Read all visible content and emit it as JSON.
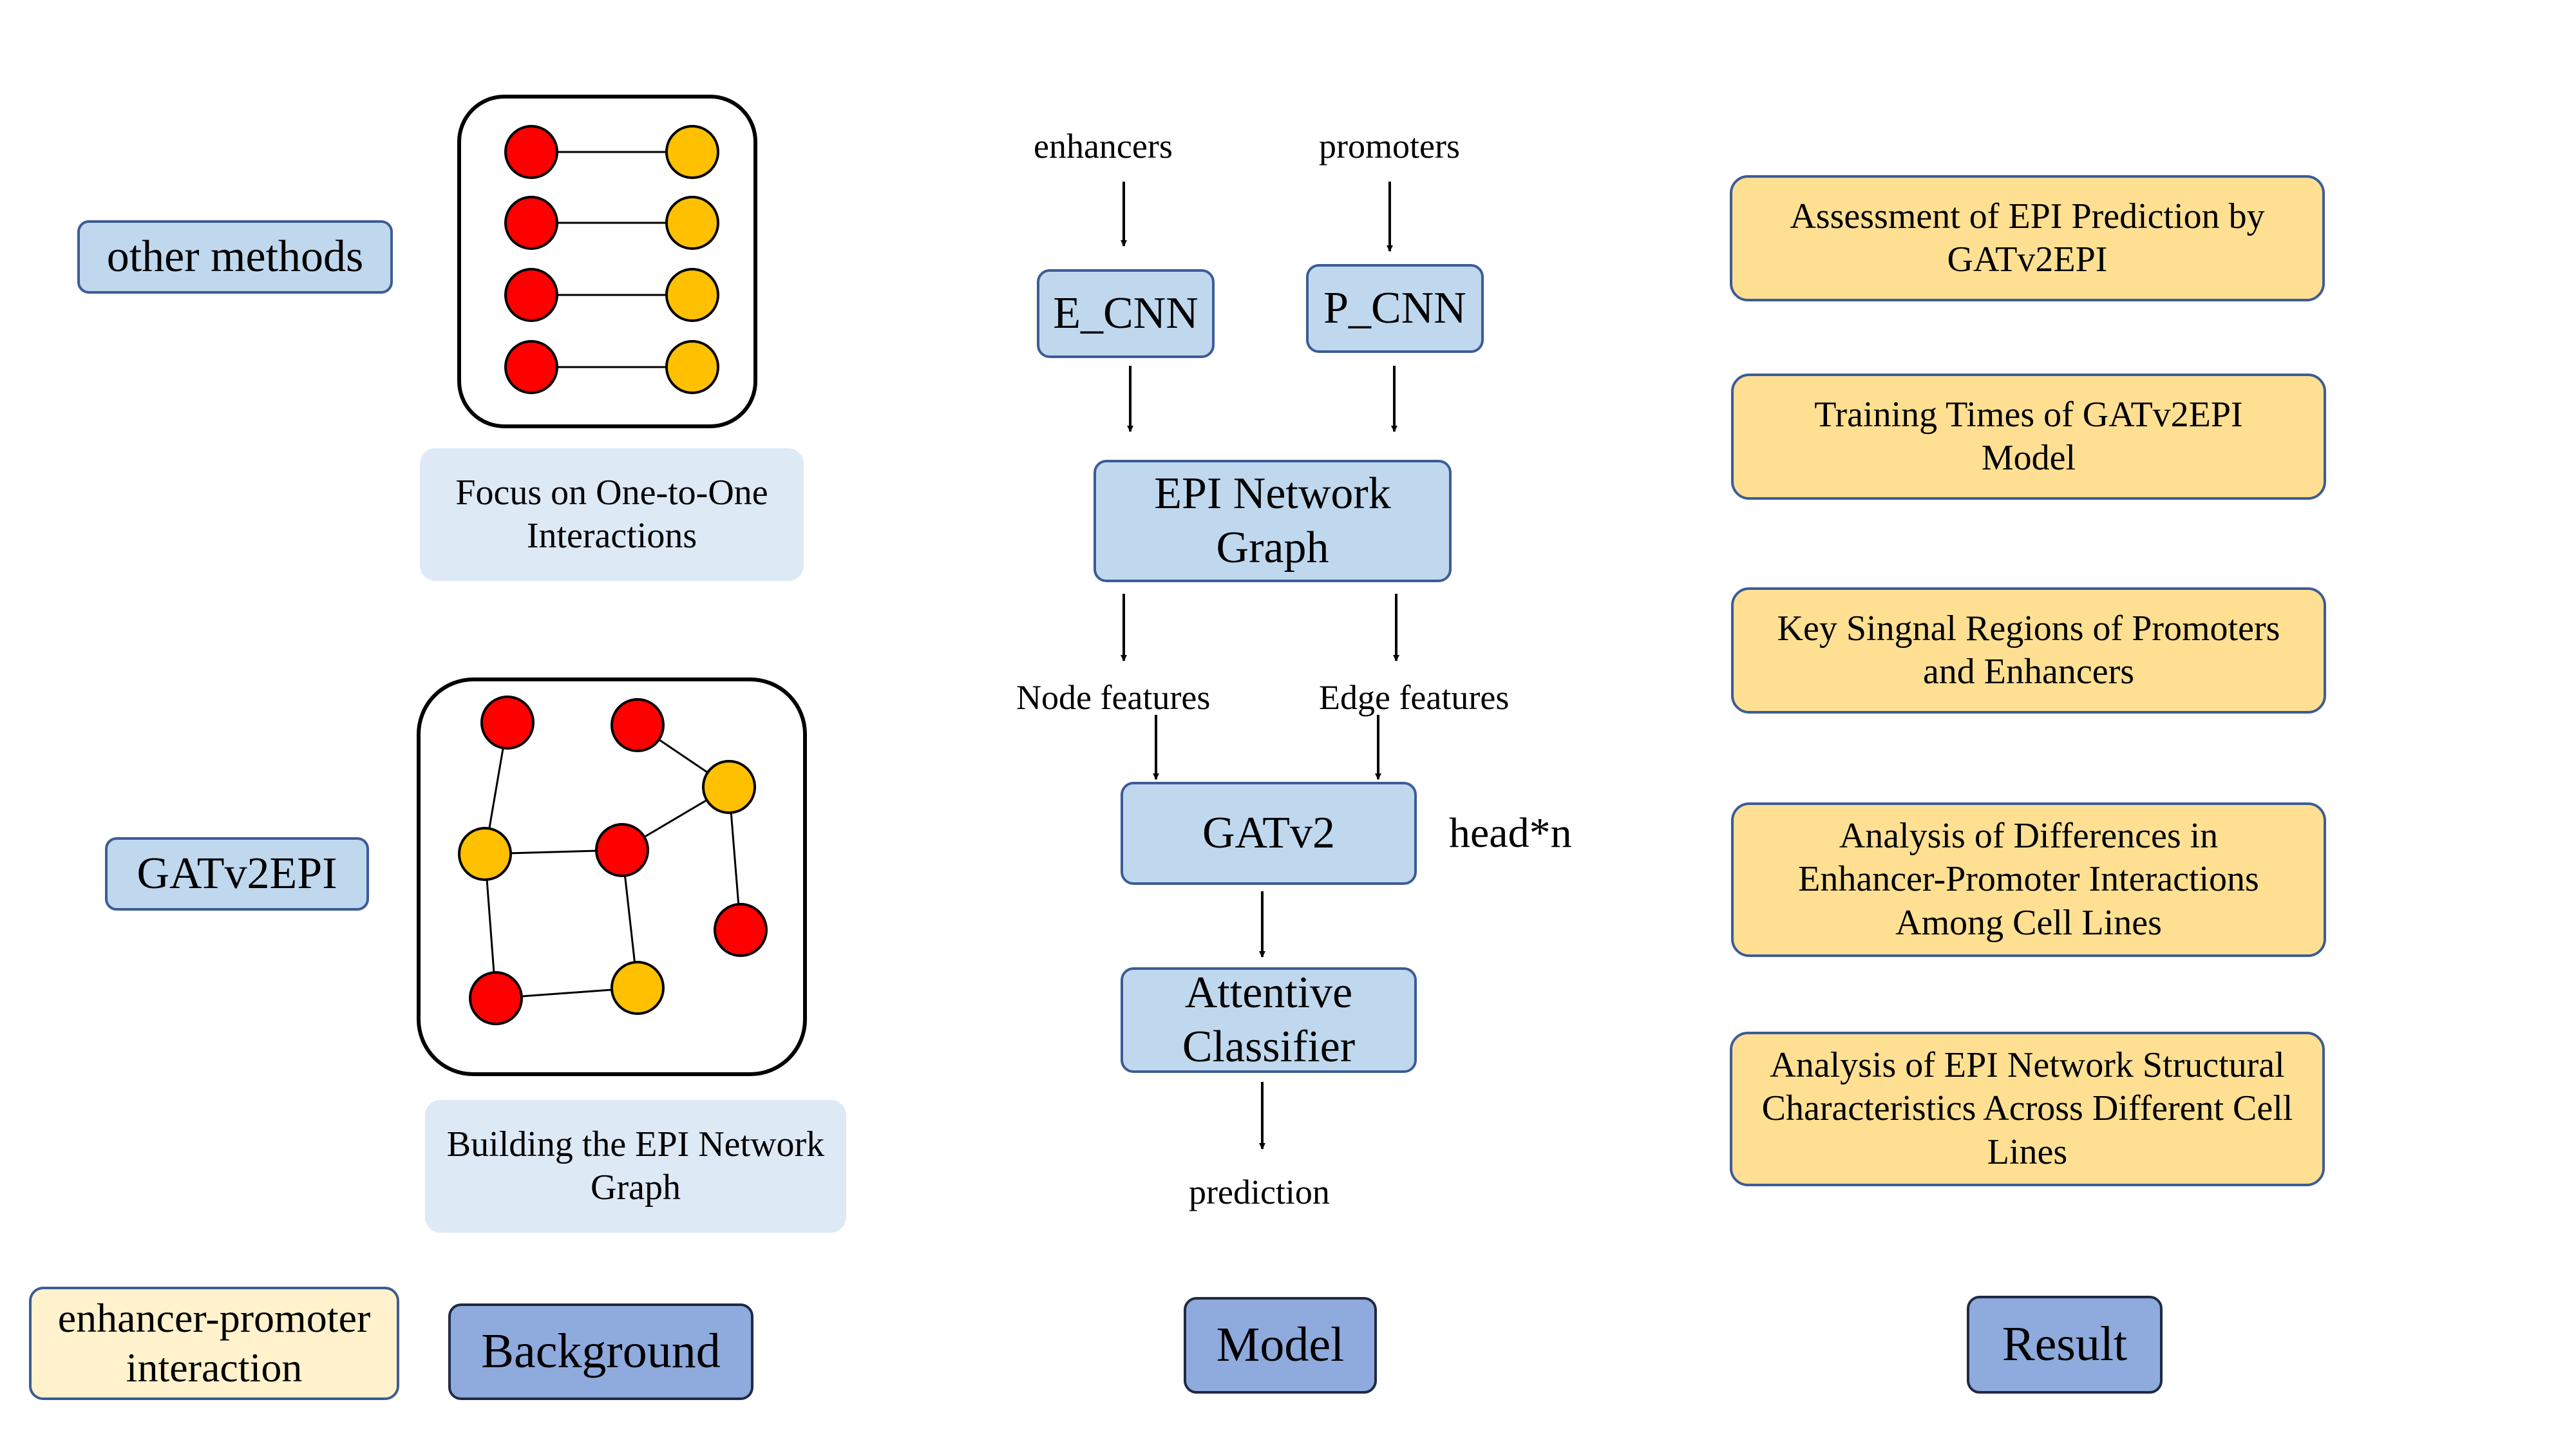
{
  "background": {
    "other_methods": "other methods",
    "focus_text": "Focus on One-to-One Interactions",
    "gatv2epi": "GATv2EPI",
    "building_text": "Building the EPI Network Graph",
    "legend": "enhancer-promoter interaction",
    "section_label": "Background"
  },
  "model": {
    "enhancers": "enhancers",
    "promoters": "promoters",
    "e_cnn": "E_CNN",
    "p_cnn": "P_CNN",
    "epi_graph": "EPI Network Graph",
    "node_features": "Node features",
    "edge_features": "Edge features",
    "gatv2": "GATv2",
    "head": "head*n",
    "attentive": "Attentive Classifier",
    "prediction": "prediction",
    "section_label": "Model"
  },
  "result": {
    "items": [
      "Assessment of EPI Prediction by GATv2EPI",
      "Training Times of GATv2EPI Model",
      "Key Singnal Regions of Promoters and Enhancers",
      "Analysis of Differences in Enhancer-Promoter Interactions Among Cell Lines",
      "Analysis of EPI Network Structural Characteristics Across Different Cell Lines"
    ],
    "section_label": "Result"
  },
  "colors": {
    "enhancer_node": "#ff0000",
    "promoter_node": "#ffc000",
    "box_blue": "#c0d8ee",
    "result_yellow": "#ffe093",
    "section_blue": "#8faadc"
  }
}
